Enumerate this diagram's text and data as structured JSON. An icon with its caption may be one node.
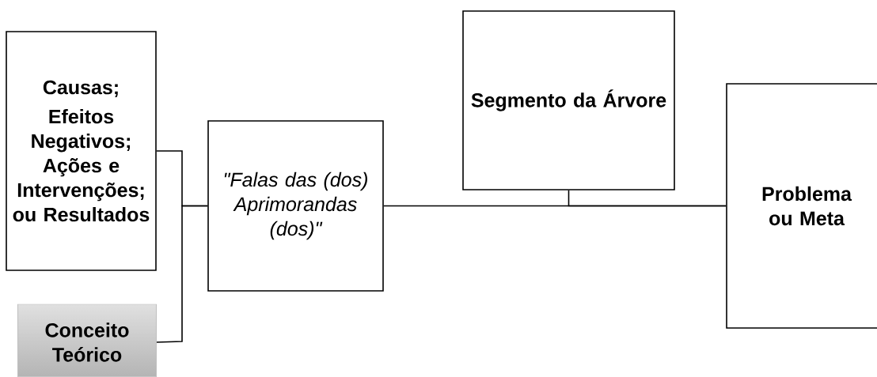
{
  "diagram": {
    "nodes": [
      {
        "text": [
          "Causas;",
          "Efeitos Negativos; Ações e Intervenções; ou Resultados"
        ]
      },
      {
        "text": [
          "Conceito Teórico"
        ]
      },
      {
        "text": [
          "\"Falas das (dos) Aprimorandas (dos)\""
        ]
      },
      {
        "text": [
          "Segmento da Árvore"
        ]
      },
      {
        "text": [
          "Problema ou Meta"
        ]
      }
    ],
    "edges": [
      {
        "from": 0,
        "to": 2,
        "arrow": "none"
      },
      {
        "from": 1,
        "to": 2,
        "arrow": "none"
      },
      {
        "from": 2,
        "to": 4,
        "arrow": "none"
      },
      {
        "from": 3,
        "to": 4,
        "arrow": "none"
      }
    ]
  }
}
